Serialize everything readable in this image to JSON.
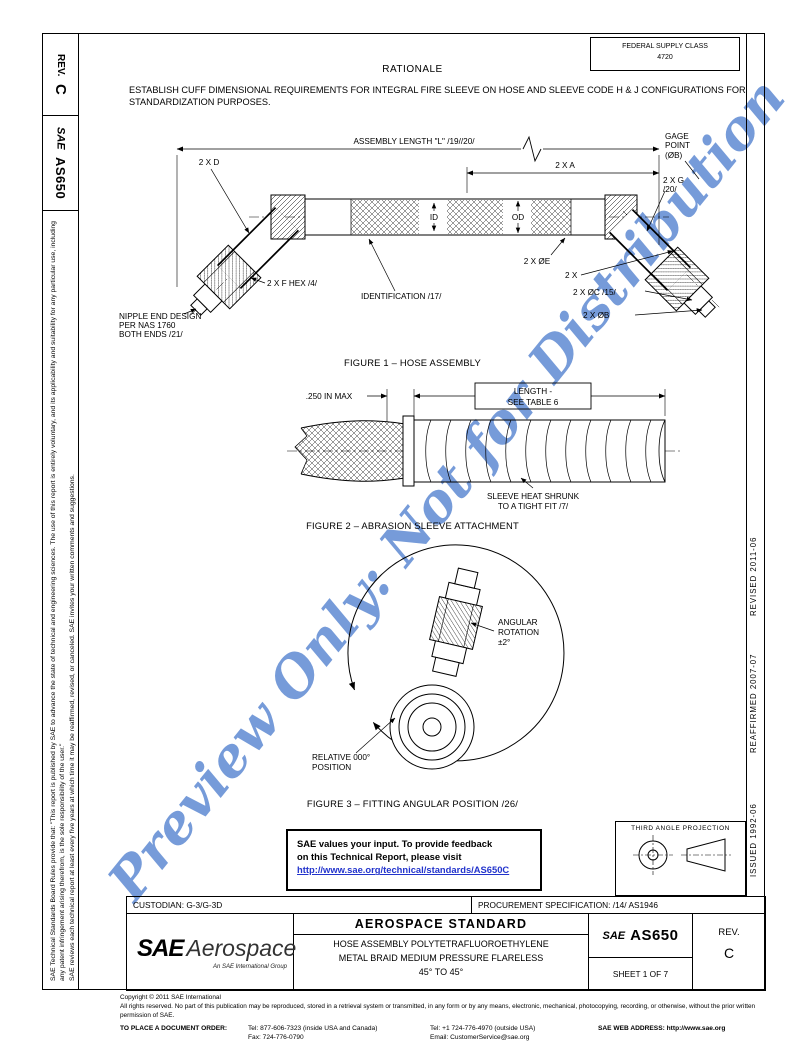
{
  "watermark": {
    "text": "Preview Only: Not for Distribution"
  },
  "left_sidebar": {
    "rev_label": "REV.",
    "rev_value": "C",
    "logo": "SAE",
    "doc_number": "AS650",
    "disclaimer_rules": "SAE Technical Standards Board Rules provide that: \"This report is published by SAE to advance the state of technical and engineering sciences. The use of this report is entirely voluntary, and its applicability and suitability for any particular use, including any patent infringement arising therefrom, is the sole responsibility of the user.\"",
    "disclaimer_review": "SAE reviews each technical report at least every five years at which time it may be reaffirmed, revised, or canceled. SAE invites your written comments and suggestions."
  },
  "right_sidebar": {
    "revised": "REVISED 2011-06",
    "reaffirmed": "REAFFIRMED 2007-07",
    "issued": "ISSUED 1992-06"
  },
  "header": {
    "fsc_label": "FEDERAL SUPPLY CLASS",
    "fsc_value": "4720",
    "rationale_title": "RATIONALE",
    "rationale_body": "ESTABLISH CUFF DIMENSIONAL REQUIREMENTS FOR INTEGRAL FIRE SLEEVE ON HOSE AND SLEEVE CODE H & J CONFIGURATIONS FOR STANDARDIZATION PURPOSES."
  },
  "figure1": {
    "caption": "FIGURE 1 – HOSE ASSEMBLY",
    "assembly_length": "ASSEMBLY LENGTH \"L\" /19//20/",
    "dim_2xa": "2 X A",
    "gage1": "GAGE",
    "gage2": "POINT",
    "gage3": "(ØB)",
    "dim_2xd": "2 X D",
    "dim_2xg": "2 X G",
    "dim_2xg_note": "/20/",
    "id": "ID",
    "od": "OD",
    "dim_2xe": "2 X ØE",
    "hex": "2 X F HEX /4/",
    "nipple1": "NIPPLE END DESIGN",
    "nipple2": "PER NAS 1760",
    "nipple3": "BOTH ENDS /21/",
    "identification": "IDENTIFICATION /17/",
    "dim_2x": "2 X",
    "dim_2xc": "2 X ØC /15/",
    "dim_2xb": "2 X ØB"
  },
  "figure2": {
    "caption": "FIGURE 2 – ABRASION SLEEVE ATTACHMENT",
    "max_dim": ".250 IN MAX",
    "length1": "LENGTH -",
    "length2": "SEE TABLE 6",
    "sleeve1": "SLEEVE HEAT SHRUNK",
    "sleeve2": "TO A TIGHT FIT /7/"
  },
  "figure3": {
    "caption": "FIGURE 3 – FITTING ANGULAR POSITION /26/",
    "rot1": "ANGULAR",
    "rot2": "ROTATION",
    "rot3": "±2°",
    "rel1": "RELATIVE 000°",
    "rel2": "POSITION"
  },
  "feedback": {
    "line1": "SAE values your input. To provide feedback",
    "line2": "on this Technical Report, please visit",
    "link": "http://www.sae.org/technical/standards/AS650C"
  },
  "projection": {
    "label": "THIRD ANGLE PROJECTION"
  },
  "info_row": {
    "custodian": "CUSTODIAN: G-3/G-3D",
    "procurement": "PROCUREMENT SPECIFICATION: /14/ AS1946"
  },
  "title_block": {
    "logo_sae": "SAE",
    "logo_aerospace": "Aerospace",
    "logo_tagline": "An SAE International Group",
    "standard_type": "AEROSPACE STANDARD",
    "title1": "HOSE ASSEMBLY  POLYTETRAFLUOROETHYLENE",
    "title2": "METAL BRAID  MEDIUM PRESSURE  FLARELESS",
    "title3": "45° TO 45°",
    "doc_logo": "SAE",
    "doc_number": "AS650",
    "sheet": "SHEET 1 OF 7",
    "rev_label": "REV.",
    "rev_value": "C"
  },
  "footer": {
    "copyright": "Copyright © 2011 SAE International",
    "rights": "All rights reserved. No part of this publication may be reproduced, stored in a retrieval system or transmitted, in any form or by any means, electronic, mechanical, photocopying, recording, or otherwise, without the prior written permission of SAE.",
    "order_label": "TO PLACE A DOCUMENT ORDER:",
    "tel_inside": "Tel: 877-606-7323 (inside USA and Canada)",
    "fax": "Fax: 724-776-0790",
    "tel_outside": "Tel: +1 724-776-4970 (outside USA)",
    "email": "Email: CustomerService@sae.org",
    "web_label": "SAE WEB ADDRESS:",
    "web_url": "http://www.sae.org"
  },
  "colors": {
    "watermark": "#4f7fce",
    "link": "#2233cc"
  }
}
